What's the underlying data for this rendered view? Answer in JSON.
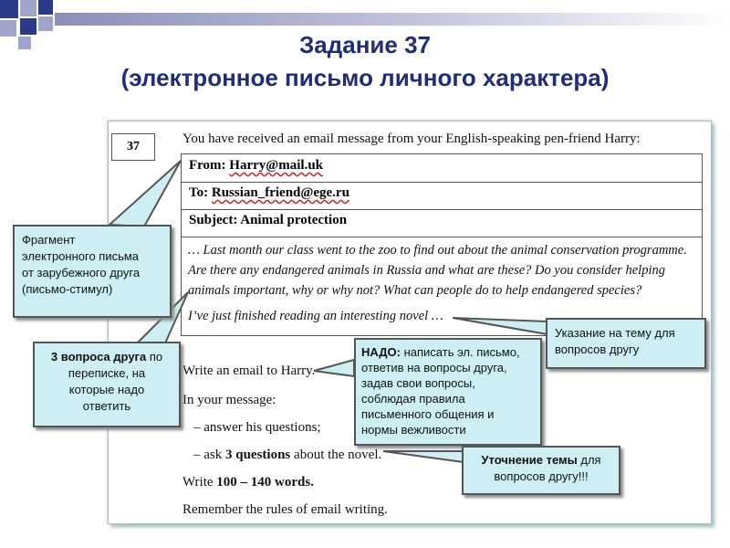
{
  "slide": {
    "title_line1": "Задание 37",
    "title_line2": "(электронное письмо личного характера)"
  },
  "task": {
    "number": "37",
    "intro": "You have received an email message from your English-speaking pen-friend Harry:"
  },
  "email": {
    "from_label": "From: ",
    "from_value": "Harry@mail.uk",
    "to_label": "To: ",
    "to_value": "Russian_friend@ege.ru",
    "subject_label": "Subject: ",
    "subject_value": "Animal protection",
    "body_line1": "… Last month our class went to the zoo to find out about the animal conservation programme.",
    "body_line2": "Are there any endangered animals in Russia and what are these? Do you consider helping",
    "body_line3": "animals important, why or why not? What can people do to help endangered species?",
    "body_line4": "I’ve just finished reading an interesting novel …"
  },
  "instructions": {
    "line1": "Write an email to Harry.",
    "line2": "In your message:",
    "line3": "– answer his questions;",
    "line4_prefix": "– ask ",
    "line4_bold": "3 questions",
    "line4_suffix": " about the novel.",
    "line5_prefix": "Write ",
    "line5_bold": "100 – 140 words.",
    "line6": "Remember the rules of email writing."
  },
  "callouts": {
    "fragment": {
      "line1": "Фрагмент",
      "line2": "электронного письма",
      "line3": "от зарубежного друга",
      "line4": "(письмо-стимул)"
    },
    "questions": {
      "bold": "3 вопроса друга",
      "rest1": " по",
      "line2": "переписке, на",
      "line3": "которые надо",
      "line4": "ответить"
    },
    "need": {
      "bold": "НАДО:",
      "rest1": " написать эл. письмо,",
      "line2": "ответив на вопросы друга,",
      "line3": "задав свои вопросы,",
      "line4": "соблюдая правила",
      "line5": "письменного общения и",
      "line6": "нормы вежливости"
    },
    "topic_hint": {
      "line1": "Указание на тему для",
      "line2": "вопросов другу"
    },
    "topic_clarify": {
      "bold": "Уточнение темы",
      "rest1": "  для",
      "line2": "вопросов другу!!!"
    }
  },
  "colors": {
    "title": "#1f2d7a",
    "callout_fill": "#cdeef2",
    "squares_dark": "#2c3a8a",
    "squares_light": "#9ea4cc"
  }
}
